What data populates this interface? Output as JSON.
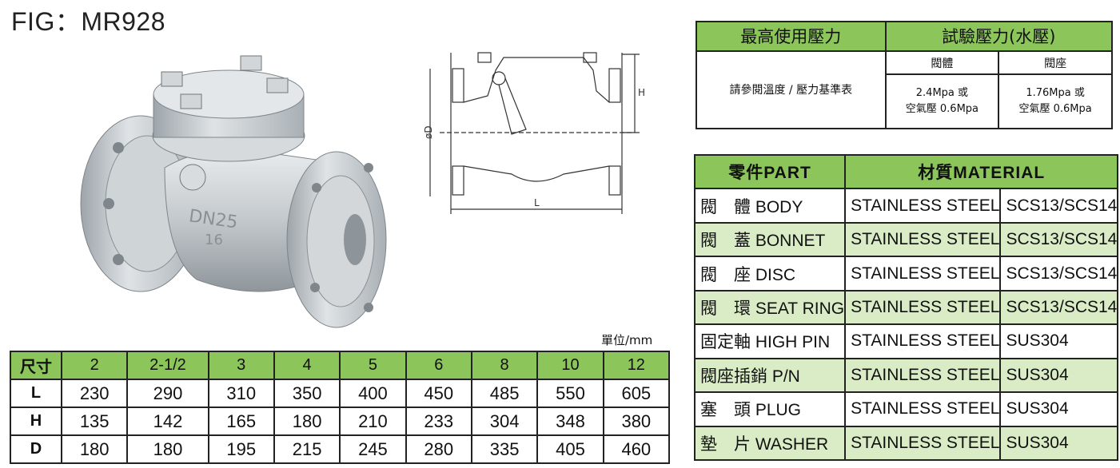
{
  "figure": {
    "title": "FIG：MR928",
    "casting_text": "DN25",
    "casting_sub": "16"
  },
  "unit_note": "單位/mm",
  "dimensions": {
    "header_label": "尺寸",
    "sizes": [
      "2",
      "2-1/2",
      "3",
      "4",
      "5",
      "6",
      "8",
      "10",
      "12"
    ],
    "rows": [
      {
        "label": "L",
        "values": [
          "230",
          "290",
          "310",
          "350",
          "400",
          "450",
          "485",
          "550",
          "605"
        ]
      },
      {
        "label": "H",
        "values": [
          "135",
          "142",
          "165",
          "180",
          "210",
          "233",
          "304",
          "348",
          "380"
        ]
      },
      {
        "label": "D",
        "values": [
          "180",
          "180",
          "195",
          "215",
          "245",
          "280",
          "335",
          "405",
          "460"
        ]
      }
    ]
  },
  "drawing": {
    "label_h": "H",
    "label_d": "øD",
    "label_l": "L"
  },
  "pressure": {
    "max_pressure_header": "最高使用壓力",
    "test_pressure_header": "試驗壓力(水壓)",
    "body_header": "閥體",
    "seat_header": "閥座",
    "max_pressure_note": "請參閱溫度 / 壓力基準表",
    "body_line1": "2.4Mpa 或",
    "body_line2": "空氣壓 0.6Mpa",
    "seat_line1": "1.76Mpa 或",
    "seat_line2": "空氣壓 0.6Mpa"
  },
  "materials": {
    "part_header": "零件PART",
    "material_header": "材質MATERIAL",
    "rows": [
      {
        "part": "閥　體 BODY",
        "material": "STAINLESS STEEL",
        "grade": "SCS13/SCS14"
      },
      {
        "part": "閥　蓋 BONNET",
        "material": "STAINLESS STEEL",
        "grade": "SCS13/SCS14"
      },
      {
        "part": "閥　座 DISC",
        "material": "STAINLESS STEEL",
        "grade": "SCS13/SCS14"
      },
      {
        "part": "閥　環 SEAT RING",
        "material": "STAINLESS STEEL",
        "grade": "SCS13/SCS14"
      },
      {
        "part": "固定軸 HIGH PIN",
        "material": "STAINLESS STEEL",
        "grade": "SUS304"
      },
      {
        "part": "閥座插銷 P/N",
        "material": "STAINLESS STEEL",
        "grade": "SUS304"
      },
      {
        "part": "塞　頭 PLUG",
        "material": "STAINLESS STEEL",
        "grade": "SUS304"
      },
      {
        "part": "墊　片 WASHER",
        "material": "STAINLESS STEEL",
        "grade": "SUS304"
      }
    ]
  }
}
